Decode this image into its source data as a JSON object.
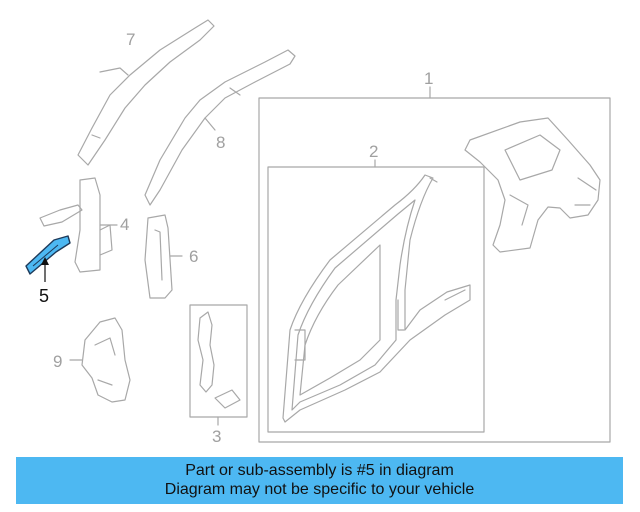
{
  "callouts": {
    "c1": "1",
    "c2": "2",
    "c3": "3",
    "c4": "4",
    "c5": "5",
    "c6": "6",
    "c7": "7",
    "c8": "8",
    "c9": "9"
  },
  "highlighted_part": "5",
  "banner": {
    "line1": "Part or sub-assembly is #5 in diagram",
    "line2": "Diagram may not be specific to your vehicle"
  },
  "colors": {
    "banner_background": "#4db8f2",
    "part_outline": "#a8a8a8",
    "highlighted_part_fill": "#4db8f2"
  }
}
